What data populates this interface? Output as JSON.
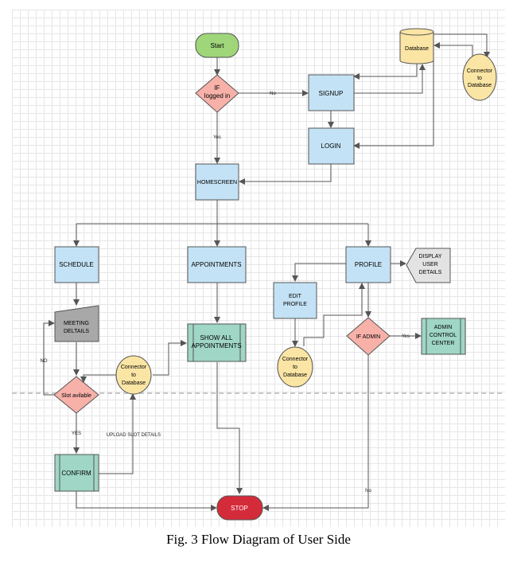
{
  "nodes": {
    "start": "Start",
    "if_logged_in_1": "IF",
    "if_logged_in_2": "logged in",
    "signup": "SIGNUP",
    "login": "LOGIN",
    "database": "Database",
    "connector_top_1": "Connector",
    "connector_top_2": "to",
    "connector_top_3": "Database",
    "homescreen": "HOMESCREEN",
    "schedule": "SCHEDULE",
    "appointments": "APPOINTMENTS",
    "profile": "PROFILE",
    "display_user_details_1": "DISPLAY",
    "display_user_details_2": "USER",
    "display_user_details_3": "DETAILS",
    "meeting_details_1": "MEETING",
    "meeting_details_2": "DELTAILS",
    "edit_profile_1": "EDIT",
    "edit_profile_2": "PROFILE",
    "show_all_1": "SHOW ALL",
    "show_all_2": "APPOINTMENTS",
    "if_admin": "IF ADMIN",
    "admin_control_1": "ADMIN",
    "admin_control_2": "CONTROL",
    "admin_control_3": "CENTER",
    "connector_mid_1": "Connector",
    "connector_mid_2": "to",
    "connector_mid_3": "Database",
    "connector_profile_1": "Connector",
    "connector_profile_2": "to",
    "connector_profile_3": "Database",
    "slot_available": "Slot avilable",
    "confirm": "CONFIRM",
    "stop": "STOP"
  },
  "edge_labels": {
    "no_signup": "No",
    "yes_home": "Yes",
    "no_meeting": "NO",
    "yes_confirm": "YES",
    "upload_slot": "UPLOAD SLOT DETAILS",
    "yes_admin": "Yes",
    "no_stop": "No"
  },
  "caption": "Fig. 3  Flow Diagram of User Side",
  "colors": {
    "start_fill": "#9fd67a",
    "process_fill": "#c4e2f5",
    "decision_fill": "#f7b1a9",
    "connector_fill": "#fbe5a5",
    "stop_fill": "#d42b3a",
    "subprocess_fill": "#9fd6c6",
    "manual_fill": "#a8a8a8",
    "display_fill": "#e3e3e3",
    "stroke": "#555555"
  }
}
